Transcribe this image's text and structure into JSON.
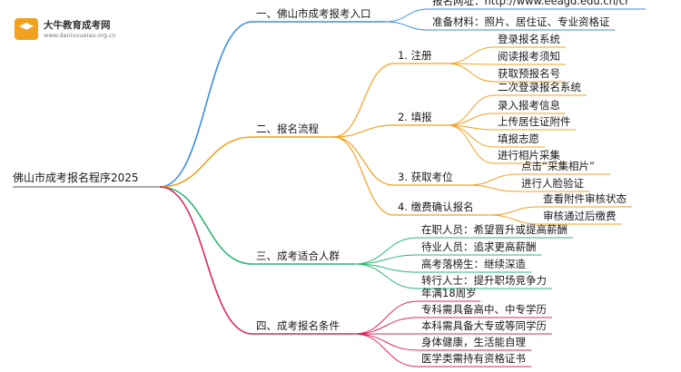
{
  "brand": {
    "name": "大牛教育成考网",
    "site": "www.daniuxueiao.org.cn",
    "logo_icon": "graduation-cap-icon",
    "logo_color": "#f2a11f"
  },
  "mindmap": {
    "root": "佛山市成考报名程序2025",
    "branches": [
      {
        "label": "一、佛山市成考报考入口",
        "color": "#3a8ee6",
        "items": [
          "报名网址：http://www.eeagd.edu.cn/cr",
          "准备材料：照片、居住证、专业资格证"
        ]
      },
      {
        "label": "二、报名流程",
        "color": "#f2a11f",
        "groups": [
          {
            "label": "1. 注册",
            "items": [
              "登录报名系统",
              "阅读报考须知",
              "获取预报名号"
            ]
          },
          {
            "label": "2. 填报",
            "items": [
              "二次登录报名系统",
              "录入报考信息",
              "上传居住证附件",
              "填报志愿",
              "进行相片采集"
            ]
          },
          {
            "label": "3. 获取考位",
            "items": [
              "点击“采集相片”",
              "进行人脸验证"
            ]
          },
          {
            "label": "4. 缴费确认报名",
            "items": [
              "查看附件审核状态",
              "审核通过后缴费"
            ]
          }
        ]
      },
      {
        "label": "三、成考适合人群",
        "color": "#2bb673",
        "items": [
          "在职人员：希望晋升或提高薪酬",
          "待业人员：追求更高薪酬",
          "高考落榜生：继续深造",
          "转行人士：提升职场竞争力"
        ]
      },
      {
        "label": "四、成考报名条件",
        "color": "#e0245e",
        "items": [
          "年满18周岁",
          "专科需具备高中、中专学历",
          "本科需具备大专或等同学历",
          "身体健康，生活能自理",
          "医学类需持有资格证书"
        ]
      }
    ]
  }
}
